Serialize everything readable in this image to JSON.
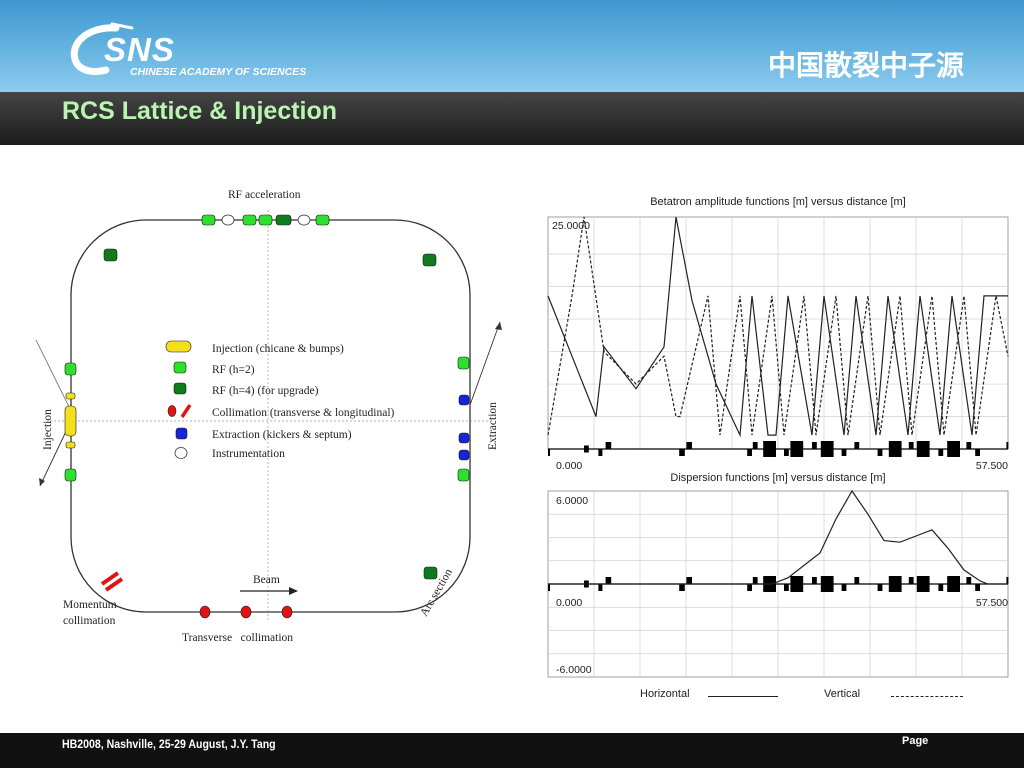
{
  "header": {
    "logo": "SNS",
    "logo_subtitle": "CHINESE ACADEMY OF SCIENCES",
    "chinese_title": "中国散裂中子源"
  },
  "slide": {
    "title": "RCS Lattice & Injection"
  },
  "footer": {
    "left": "HB2008, Nashville, 25-29  August, J.Y. Tang",
    "right": "Page"
  },
  "ring": {
    "labels": {
      "rf_acceleration": "RF acceleration",
      "injection": "Injection",
      "extraction": "Extraction",
      "beam": "Beam",
      "momentum_collimation_1": "Momentum",
      "momentum_collimation_2": "collimation",
      "transverse_collimation": "Transverse   collimation",
      "arc_section": "Arc section"
    },
    "legend": [
      {
        "key": "injection",
        "text": "Injection (chicane & bumps)",
        "color": "#f4e01a"
      },
      {
        "key": "rf_h2",
        "text": "RF (h=2)",
        "color": "#2ee02e"
      },
      {
        "key": "rf_h4",
        "text": "RF (h=4) (for upgrade)",
        "color": "#0f7a1e"
      },
      {
        "key": "collimation",
        "text": "Collimation (transverse & longitudinal)",
        "color": "#e01414"
      },
      {
        "key": "extraction",
        "text": "Extraction (kickers & septum)",
        "color": "#1424d6"
      },
      {
        "key": "instrumentation",
        "text": "Instrumentation",
        "color": "#ffffff"
      }
    ]
  },
  "chart_data": [
    {
      "type": "line",
      "title": "Betatron amplitude functions [m] versus distance [m]",
      "xlim": [
        0,
        57.5
      ],
      "ylim": [
        0,
        25
      ],
      "x_tick_labels": [
        "0.000",
        "57.500"
      ],
      "y_tick_labels": [
        "25.0000"
      ],
      "grid": true,
      "series": [
        {
          "name": "Horizontal",
          "style": "solid",
          "x": [
            0,
            3,
            6,
            7,
            11,
            14.5,
            16,
            18,
            21,
            24,
            25.5,
            27.5,
            28.5,
            30,
            33,
            34.5,
            37,
            38.5,
            41,
            42.5,
            45,
            46.5,
            49,
            50.5,
            53,
            54.5,
            57.5
          ],
          "y": [
            16.5,
            10,
            3.5,
            11,
            6.5,
            11,
            25,
            16,
            7,
            1.5,
            16.5,
            1.5,
            1.5,
            16.5,
            1.5,
            16.5,
            1.5,
            16.5,
            1.5,
            16.5,
            1.5,
            16.5,
            1.5,
            16.5,
            1.5,
            16.5,
            16.5
          ]
        },
        {
          "name": "Vertical",
          "style": "dashed",
          "x": [
            0,
            3,
            4.5,
            7,
            11,
            14.5,
            16,
            16.5,
            20,
            21.5,
            24,
            25.5,
            28,
            29.5,
            32,
            33.5,
            36,
            37.5,
            40,
            41.5,
            44,
            45.5,
            48,
            49.5,
            52,
            53.5,
            56,
            57.5
          ],
          "y": [
            1.5,
            16.5,
            25,
            10.5,
            7,
            10,
            3.5,
            3.5,
            16.5,
            1.5,
            16.5,
            1.5,
            16.5,
            1.5,
            16.5,
            1.5,
            16.5,
            1.5,
            16.5,
            1.5,
            16.5,
            1.5,
            16.5,
            1.5,
            16.5,
            1.5,
            16.5,
            10
          ]
        }
      ]
    },
    {
      "type": "line",
      "title": "Dispersion functions [m] versus distance [m]",
      "xlim": [
        0,
        57.5
      ],
      "ylim": [
        -6,
        6
      ],
      "x_tick_labels": [
        "0.000",
        "57.500"
      ],
      "y_tick_labels": [
        "6.0000",
        "0.000",
        "-6.0000"
      ],
      "grid": true,
      "legend": "bottom",
      "series": [
        {
          "name": "Horizontal",
          "style": "solid",
          "x": [
            0,
            13,
            14.5,
            17,
            20,
            22,
            24,
            26,
            28,
            30,
            32,
            34,
            36,
            38,
            40,
            42,
            44,
            46,
            48,
            50,
            52,
            54,
            55,
            57.5
          ],
          "y": [
            0,
            0,
            0,
            0,
            0,
            0,
            0,
            0,
            0,
            0.4,
            1.2,
            2,
            4.2,
            6,
            4.5,
            2.8,
            2.7,
            3.1,
            3.5,
            2.3,
            0.9,
            0.2,
            0,
            0
          ]
        }
      ]
    }
  ],
  "plot_legend": {
    "horizontal": "Horizontal",
    "vertical": "Vertical"
  }
}
